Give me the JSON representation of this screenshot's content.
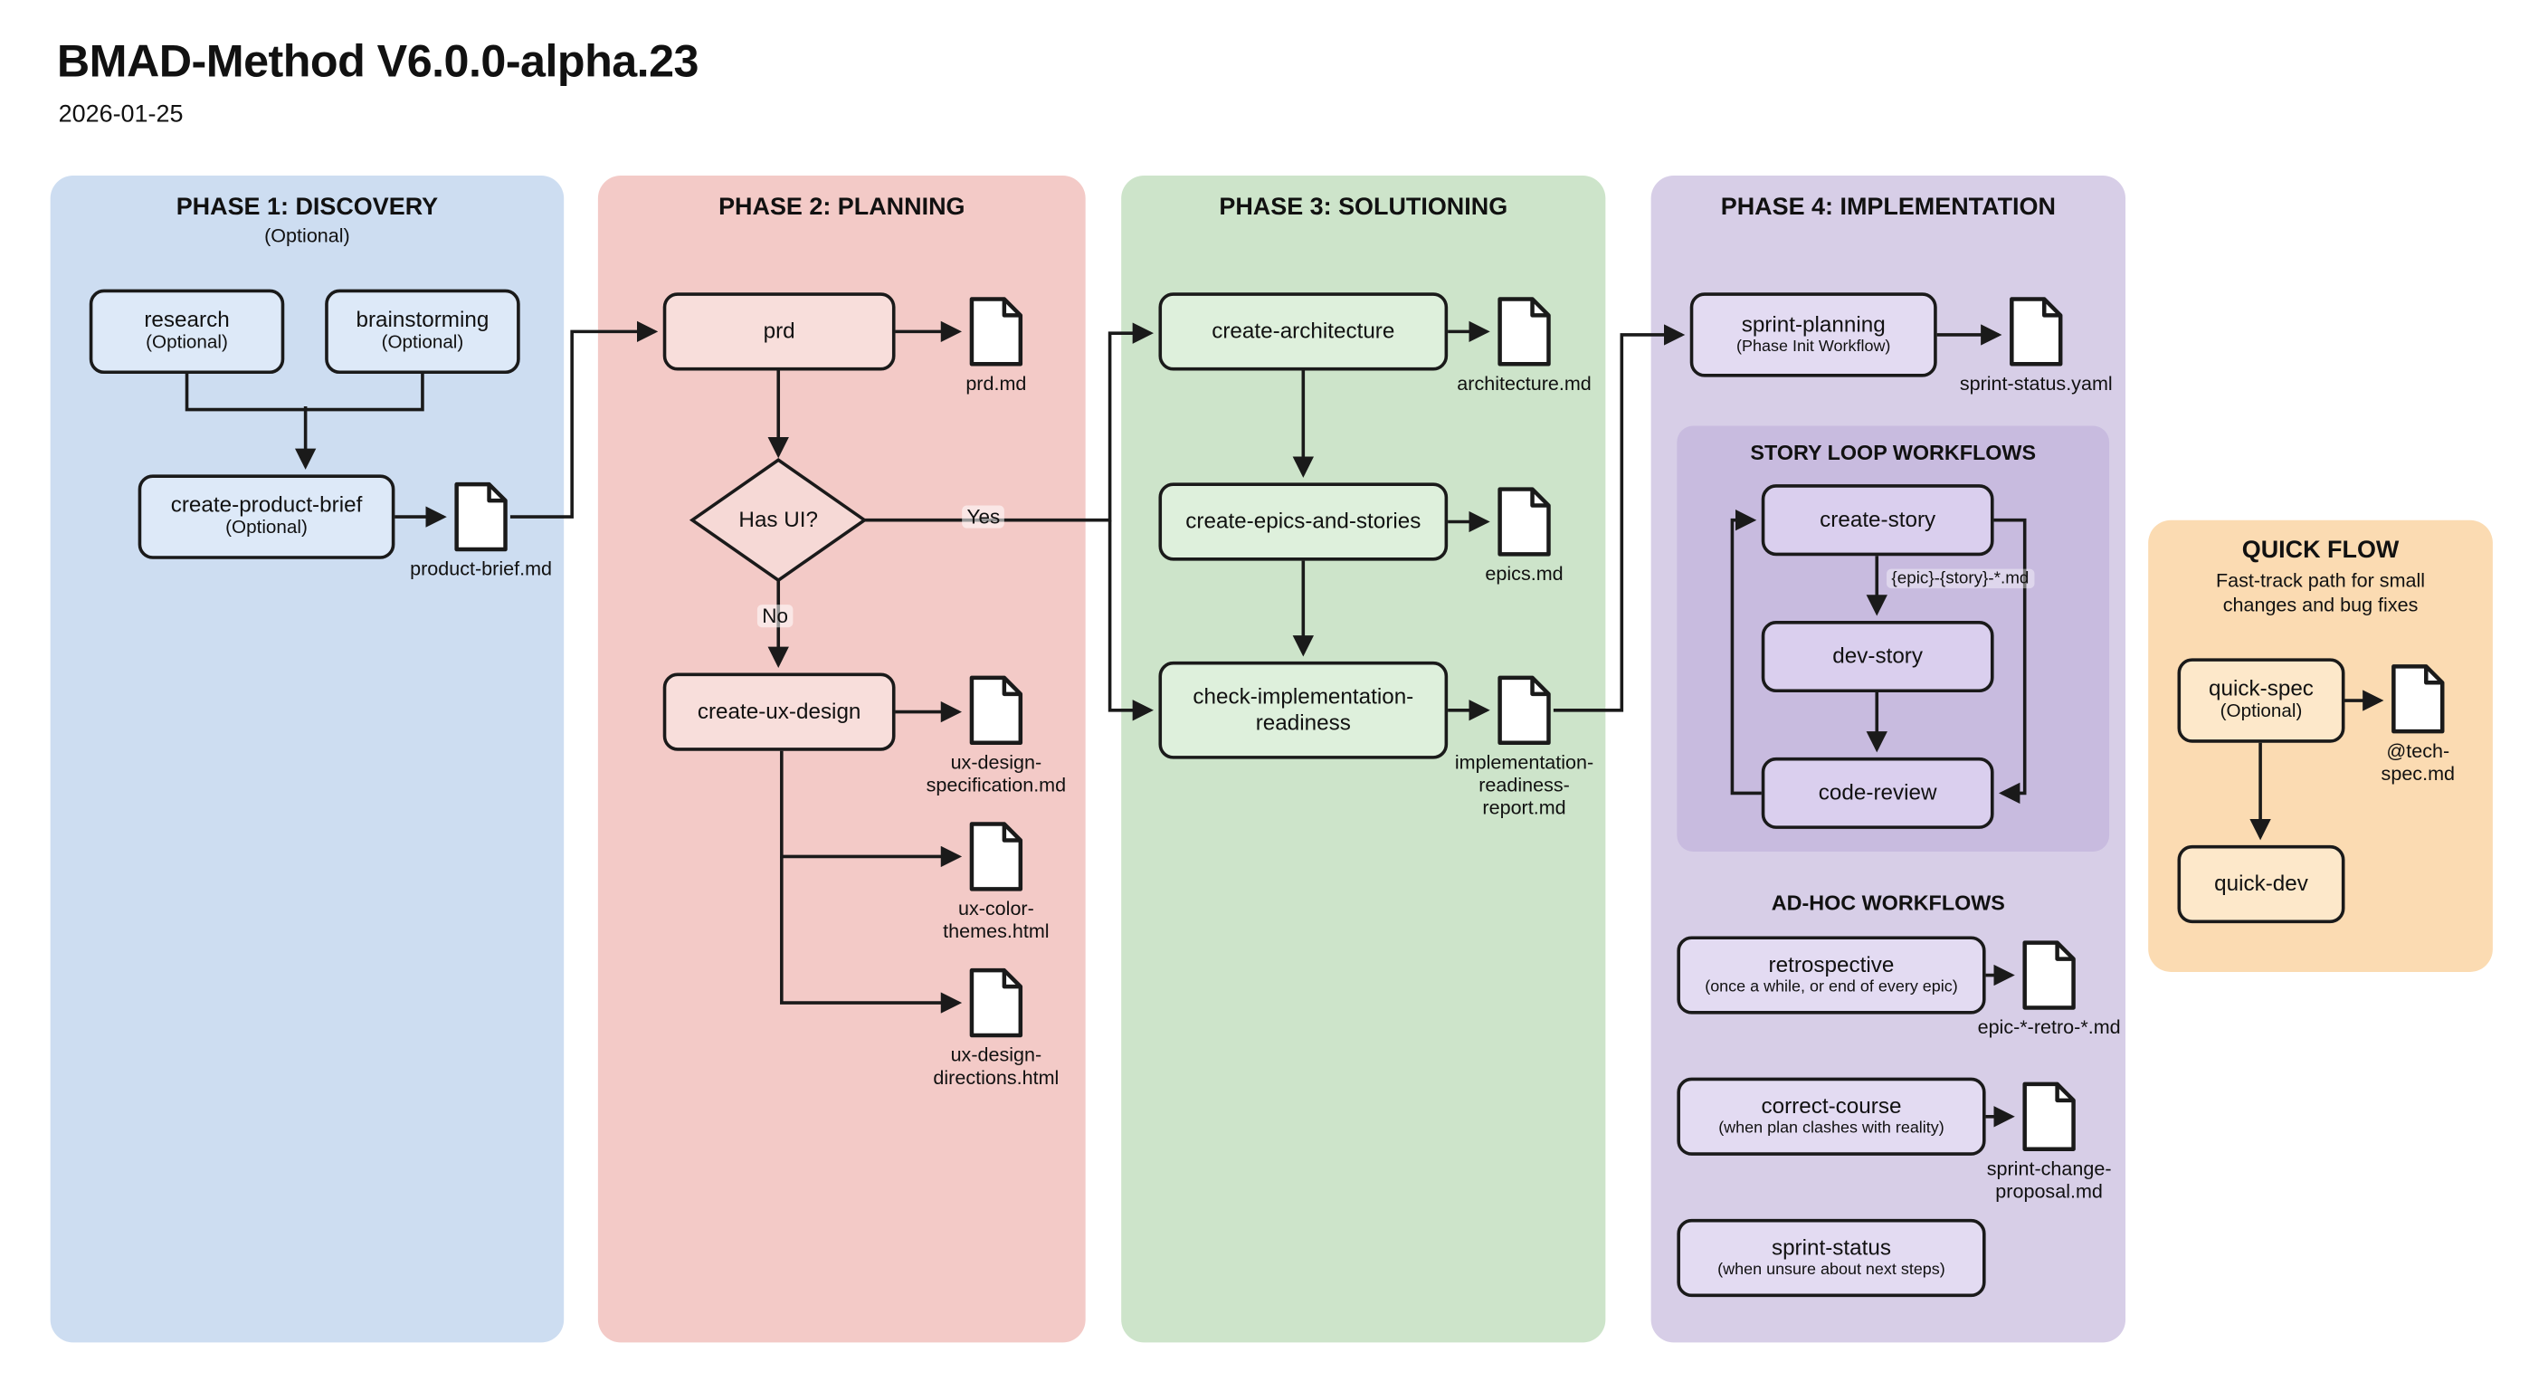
{
  "header": {
    "title": "BMAD-Method V6.0.0-alpha.23",
    "date": "2026-01-25"
  },
  "phases": {
    "discovery": {
      "title": "PHASE 1: DISCOVERY",
      "subtitle": "(Optional)"
    },
    "planning": {
      "title": "PHASE 2: PLANNING"
    },
    "solutioning": {
      "title": "PHASE 3: SOLUTIONING"
    },
    "implementation": {
      "title": "PHASE 4: IMPLEMENTATION"
    }
  },
  "sections": {
    "story_loop": {
      "title": "STORY LOOP WORKFLOWS"
    },
    "ad_hoc": {
      "title": "AD-HOC WORKFLOWS"
    },
    "quick_flow": {
      "title": "QUICK FLOW",
      "subtitle": "Fast-track path for small changes and bug fixes"
    }
  },
  "nodes": {
    "research": {
      "label": "research",
      "sub": "(Optional)"
    },
    "brainstorming": {
      "label": "brainstorming",
      "sub": "(Optional)"
    },
    "create_product_brief": {
      "label": "create-product-brief",
      "sub": "(Optional)"
    },
    "prd": {
      "label": "prd"
    },
    "has_ui": {
      "label": "Has UI?"
    },
    "create_ux_design": {
      "label": "create-ux-design"
    },
    "create_architecture": {
      "label": "create-architecture"
    },
    "create_epics_and_stories": {
      "label": "create-epics-and-stories"
    },
    "check_implementation_readiness": {
      "label": "check-implementation-readiness"
    },
    "sprint_planning": {
      "label": "sprint-planning",
      "sub": "(Phase Init Workflow)"
    },
    "create_story": {
      "label": "create-story"
    },
    "dev_story": {
      "label": "dev-story"
    },
    "code_review": {
      "label": "code-review"
    },
    "retrospective": {
      "label": "retrospective",
      "sub": "(once a while, or end of every epic)"
    },
    "correct_course": {
      "label": "correct-course",
      "sub": "(when plan clashes with reality)"
    },
    "sprint_status": {
      "label": "sprint-status",
      "sub": "(when unsure about next steps)"
    },
    "quick_spec": {
      "label": "quick-spec",
      "sub": "(Optional)"
    },
    "quick_dev": {
      "label": "quick-dev"
    }
  },
  "docs": {
    "product_brief": "product-brief.md",
    "prd_md": "prd.md",
    "ux_design_specification": "ux-design-specification.md",
    "ux_color_themes": "ux-color-themes.html",
    "ux_design_directions": "ux-design-directions.html",
    "architecture": "architecture.md",
    "epics": "epics.md",
    "implementation_readiness_report": "implementation-readiness-report.md",
    "sprint_status_yaml": "sprint-status.yaml",
    "epic_retro": "epic-*-retro-*.md",
    "sprint_change_proposal": "sprint-change-proposal.md",
    "tech_spec": "@tech-spec.md"
  },
  "edge_labels": {
    "yes": "Yes",
    "no": "No",
    "story_file": "{epic}-{story}-*.md"
  },
  "colors": {
    "phase1_bg": "#cdddf1",
    "phase2_bg": "#f3cac7",
    "phase3_bg": "#cde4ca",
    "phase4_bg": "#d7cee7",
    "story_loop_bg": "#c8bbdf",
    "quick_flow_bg": "#fbdbb2",
    "stroke": "#1a1a1a"
  }
}
